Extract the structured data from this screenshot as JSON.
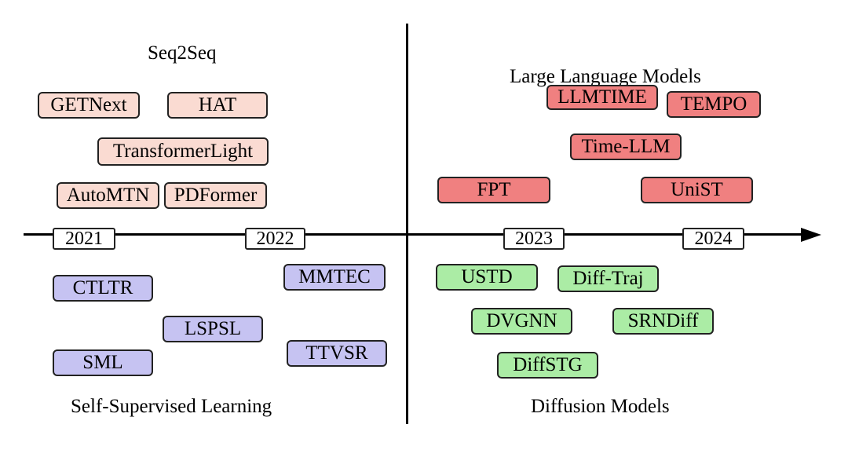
{
  "quadrants": {
    "top_left_title": "Seq2Seq",
    "top_right_title": "Large Language Models",
    "bottom_left_title": "Self-Supervised Learning",
    "bottom_right_title": "Diffusion Models"
  },
  "years": [
    "2021",
    "2022",
    "2023",
    "2024"
  ],
  "seq2seq": [
    "GETNext",
    "HAT",
    "TransformerLight",
    "AutoMTN",
    "PDFormer"
  ],
  "llm": [
    "LLMTIME",
    "TEMPO",
    "Time-LLM",
    "FPT",
    "UniST"
  ],
  "ssl": [
    "CTLTR",
    "MMTEC",
    "LSPSL",
    "SML",
    "TTVSR"
  ],
  "diffusion": [
    "USTD",
    "Diff-Traj",
    "DVGNN",
    "SRNDiff",
    "DiffSTG"
  ],
  "colors": {
    "seq2seq": "#fadbd2",
    "llm": "#f08080",
    "ssl": "#c6c3f2",
    "diffusion": "#abeca5"
  }
}
